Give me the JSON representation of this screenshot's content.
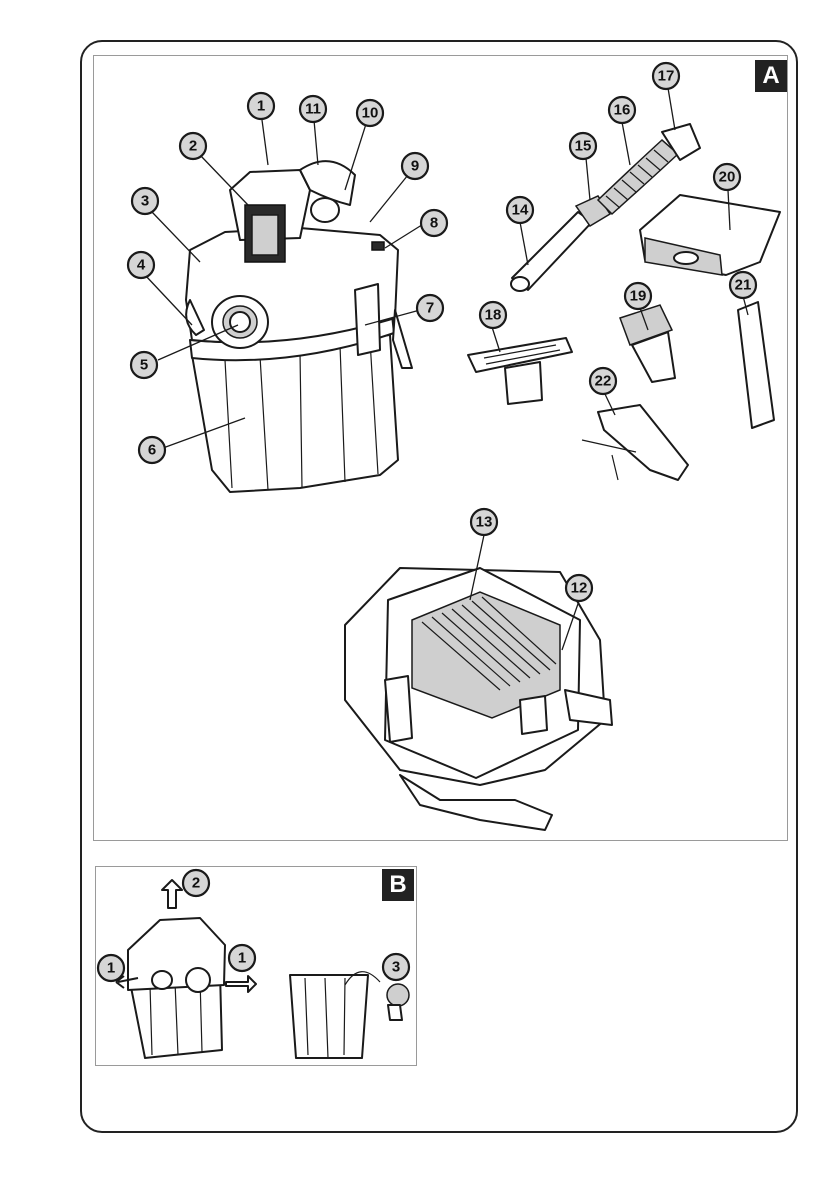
{
  "panels": {
    "a": {
      "letter": "A"
    },
    "b": {
      "letter": "B"
    }
  },
  "callouts_a": [
    "1",
    "2",
    "3",
    "4",
    "5",
    "6",
    "7",
    "8",
    "9",
    "10",
    "11",
    "12",
    "13",
    "14",
    "15",
    "16",
    "17",
    "18",
    "19",
    "20",
    "21",
    "22"
  ],
  "callouts_b": [
    "2",
    "1",
    "1",
    "3"
  ]
}
